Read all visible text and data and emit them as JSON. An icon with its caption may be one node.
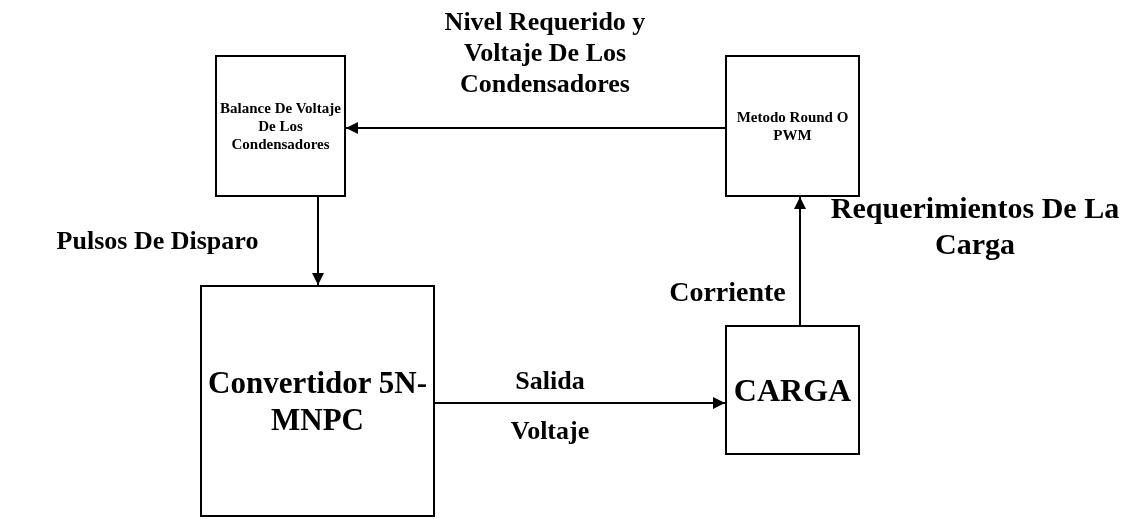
{
  "diagram": {
    "nodes": [
      {
        "text": [
          "Balance De Voltaje De Los Condensadores"
        ]
      },
      {
        "text": [
          "Metodo Round O PWM"
        ]
      },
      {
        "text": [
          "Convertidor 5N-MNPC"
        ]
      },
      {
        "text": [
          "CARGA"
        ]
      }
    ],
    "edges": [
      {
        "from": 1,
        "to": 0,
        "arrow": "to",
        "label": "Nivel Requerido y Voltaje De Los Condensadores"
      },
      {
        "from": 0,
        "to": 2,
        "arrow": "to",
        "label": "Pulsos De Disparo"
      },
      {
        "from": 2,
        "to": 3,
        "arrow": "to",
        "label": "Salida Voltaje"
      },
      {
        "from": 3,
        "to": 1,
        "arrow": "to",
        "label": "Requerimientos De La Carga"
      }
    ],
    "labels": [
      "Corriente"
    ]
  }
}
